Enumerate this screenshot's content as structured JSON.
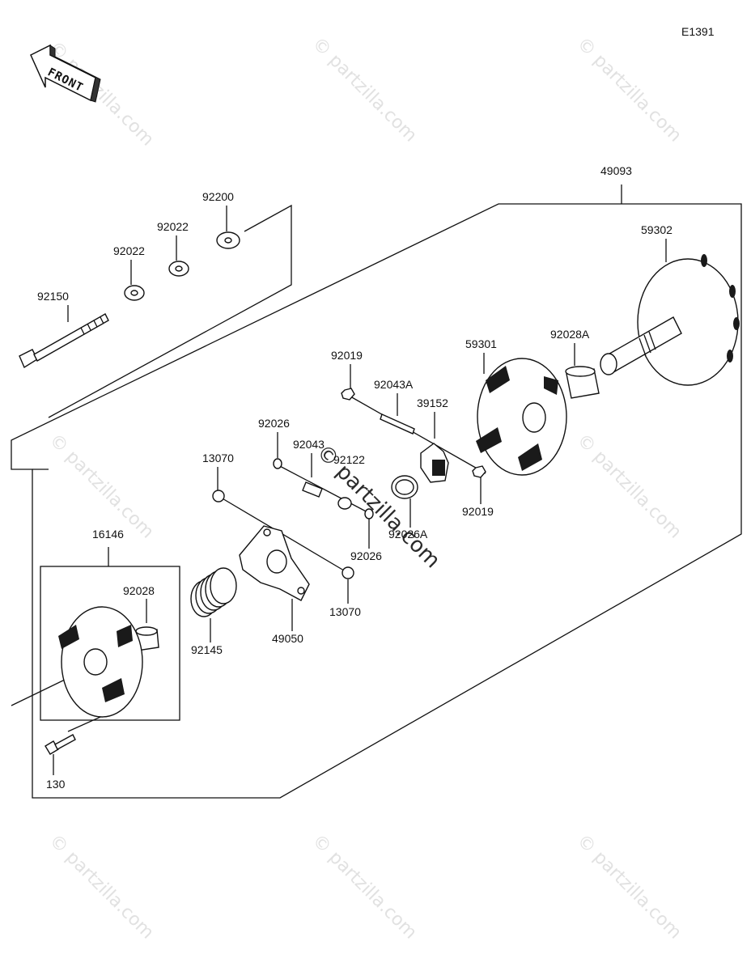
{
  "diagram_code": "E1391",
  "front_label": "FRONT",
  "watermark": "© partzilla.com",
  "part_labels": {
    "p49093": "49093",
    "p59302": "59302",
    "p92200": "92200",
    "p92022a": "92022",
    "p92022b": "92022",
    "p92150": "92150",
    "p92019a": "92019",
    "p92019b": "92019",
    "p59301": "59301",
    "p92028A": "92028A",
    "p92043A": "92043A",
    "p39152": "39152",
    "p92026a": "92026",
    "p92026b": "92026",
    "p92043": "92043",
    "p92122": "92122",
    "p13070a": "13070",
    "p13070b": "13070",
    "p92026A": "92026A",
    "p16146": "16146",
    "p92028": "92028",
    "p92145": "92145",
    "p49050": "49050",
    "p130": "130"
  }
}
